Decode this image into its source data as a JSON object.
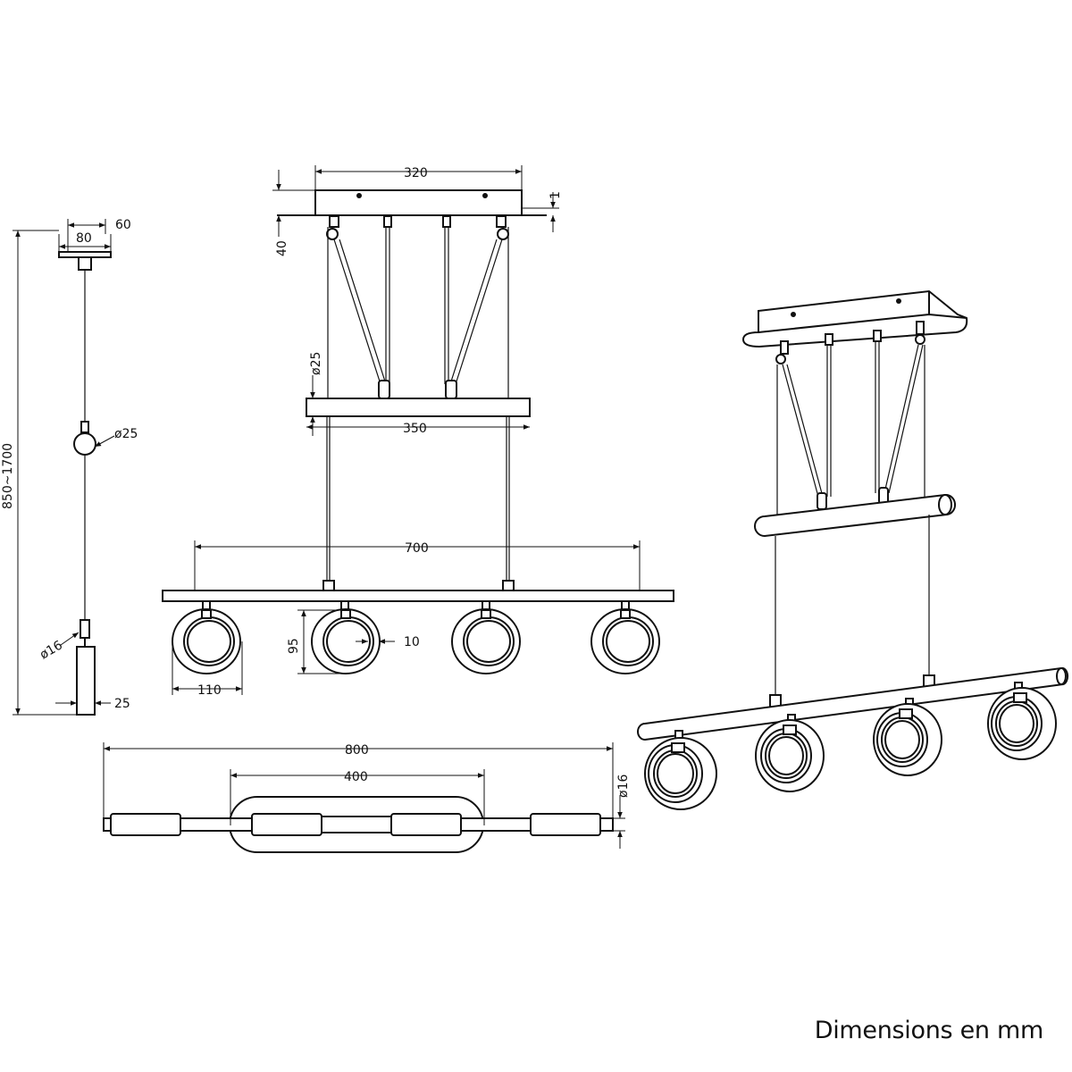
{
  "caption": "Dimensions en mm",
  "dimensions": {
    "side_top_width": "60",
    "side_canopy_width": "80",
    "side_height": "850~1700",
    "side_ball_dia": "ø25",
    "side_spot_dia": "ø16",
    "side_spot_depth": "25",
    "front_canopy_length": "320",
    "front_canopy_thickness": "1",
    "front_canopy_height": "40",
    "front_crossbar_dia": "ø25",
    "front_crossbar_length": "350",
    "front_bar_length": "700",
    "front_spot_height": "95",
    "front_spot_width": "110",
    "front_spot_depth": "10",
    "top_total_length": "800",
    "top_canopy_length": "400",
    "top_bar_dia": "ø16"
  }
}
